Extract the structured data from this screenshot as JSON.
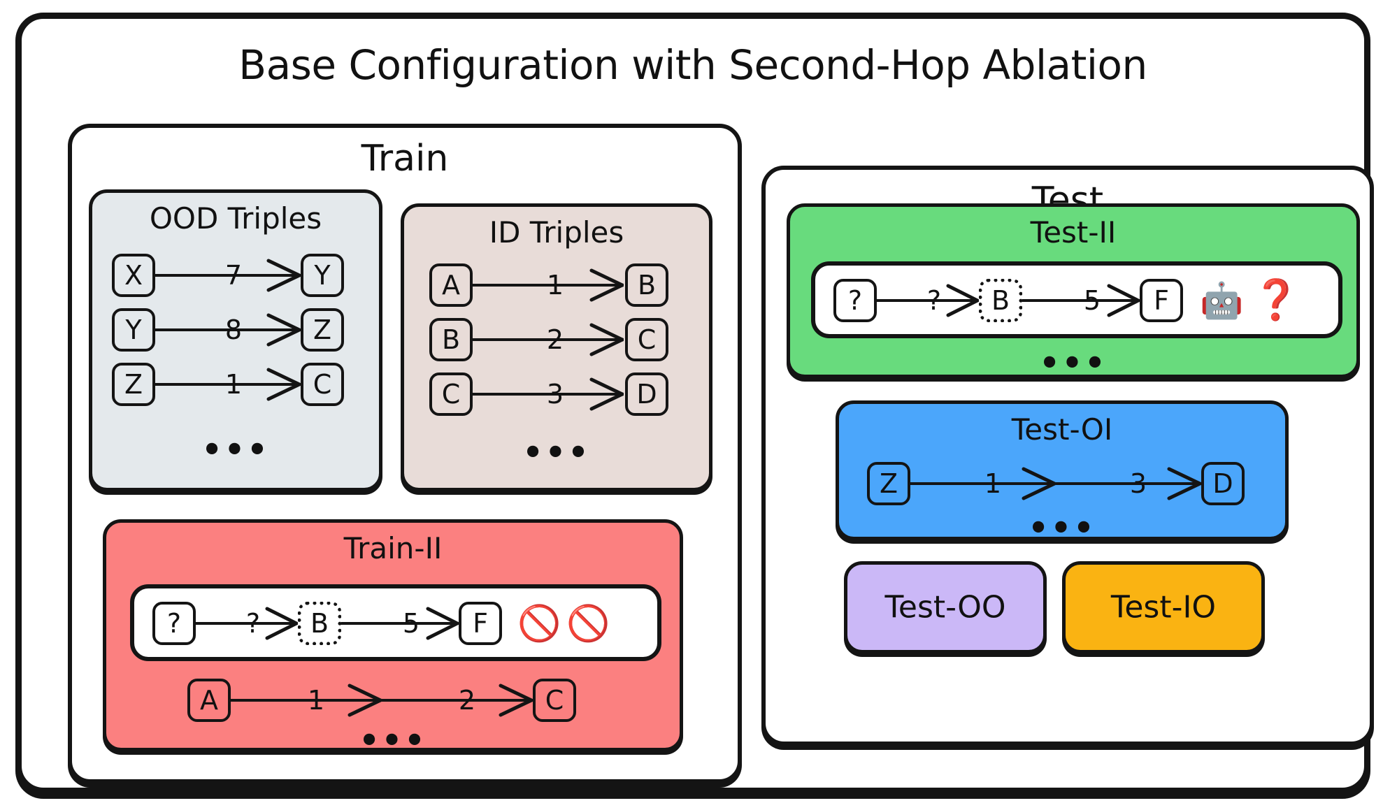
{
  "figure": {
    "title": "Base Configuration with Second-Hop Ablation"
  },
  "train_panel": {
    "title": "Train",
    "ood_triples": {
      "title": "OOD Triples",
      "ellipsis": "•••",
      "rows": [
        {
          "source": "X",
          "relation": "7",
          "target": "Y"
        },
        {
          "source": "Y",
          "relation": "8",
          "target": "Z"
        },
        {
          "source": "Z",
          "relation": "1",
          "target": "C"
        }
      ]
    },
    "id_triples": {
      "title": "ID Triples",
      "ellipsis": "•••",
      "rows": [
        {
          "source": "A",
          "relation": "1",
          "target": "B"
        },
        {
          "source": "B",
          "relation": "2",
          "target": "C"
        },
        {
          "source": "C",
          "relation": "3",
          "target": "D"
        }
      ]
    },
    "train_ii": {
      "title": "Train-II",
      "ellipsis": "•••",
      "ablated_chain": {
        "source": "?",
        "relation1": "?",
        "bridge": "B",
        "relation2": "5",
        "target": "F",
        "badge1": "🚫",
        "badge2": "🚫"
      },
      "two_hop": {
        "source": "A",
        "relation1": "1",
        "relation2": "2",
        "target": "C"
      }
    }
  },
  "test_panel": {
    "title": "Test",
    "test_ii": {
      "title": "Test-II",
      "ellipsis": "•••",
      "chain": {
        "source": "?",
        "relation1": "?",
        "bridge": "B",
        "relation2": "5",
        "target": "F",
        "robot": "🤖",
        "question": "❓"
      }
    },
    "test_oi": {
      "title": "Test-OI",
      "ellipsis": "•••",
      "two_hop": {
        "source": "Z",
        "relation1": "1",
        "relation2": "3",
        "target": "D"
      }
    },
    "test_oo": {
      "title": "Test-OO"
    },
    "test_io": {
      "title": "Test-IO"
    }
  },
  "colors": {
    "ood_bg": "#e4e9ec",
    "id_bg": "#e8dcd8",
    "train_ii_bg": "#fb8080",
    "test_ii_bg": "#68db7d",
    "test_oi_bg": "#4ba6fb",
    "test_oo_bg": "#cbb8f7",
    "test_io_bg": "#fab312",
    "stroke": "#141414",
    "question_red": "#e8000d"
  }
}
